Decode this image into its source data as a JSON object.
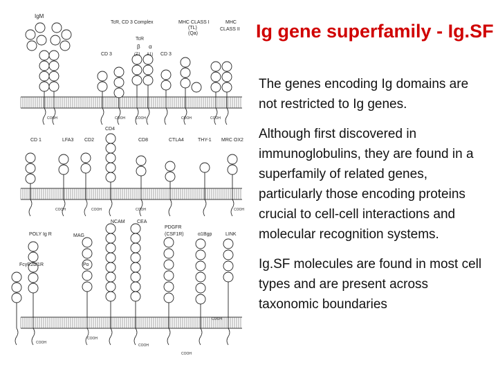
{
  "slide": {
    "title": "Ig gene superfamily - Ig.SF",
    "paragraphs": [
      "The genes encoding Ig domains are not restricted to Ig genes.",
      "Although first discovered in immunoglobulins, they are found in a superfamily of related genes, particularly those encoding proteins crucial to cell-cell interactions and molecular recognition systems.",
      "Ig.SF molecules are found in most cell types and are present across taxonomic boundaries"
    ]
  },
  "figure": {
    "row1": {
      "header": [
        {
          "id": "igm",
          "text": "IgM"
        },
        {
          "id": "tcr",
          "text": "TcR, CD 3 Complex"
        },
        {
          "id": "mhc1",
          "text": "MHC CLASS I"
        },
        {
          "id": "tl",
          "text": "(TL)"
        },
        {
          "id": "qa",
          "text": "(Qa)"
        },
        {
          "id": "mhc2",
          "text": "MHC"
        },
        {
          "id": "mhc2b",
          "text": "CLASS II"
        },
        {
          "id": "tcr2",
          "text": "TcR"
        },
        {
          "id": "cd3a",
          "text": "CD 3"
        },
        {
          "id": "cd3b",
          "text": "CD 3"
        },
        {
          "id": "beta",
          "text": "β"
        },
        {
          "id": "alpha",
          "text": "α"
        },
        {
          "id": "ab",
          "text": "(Z1"
        },
        {
          "id": "ab2",
          "text": "A1)"
        }
      ],
      "footer": [
        "COOH",
        "COOH",
        "COOH",
        "COOH",
        "COOH"
      ]
    },
    "row2": {
      "header": [
        {
          "id": "cd4",
          "text": "CD4"
        },
        {
          "id": "cd1",
          "text": "CD 1"
        },
        {
          "id": "lfa3",
          "text": "LFA3"
        },
        {
          "id": "cd2",
          "text": "CD2"
        },
        {
          "id": "cd8",
          "text": "CD8"
        },
        {
          "id": "ctla4",
          "text": "CTLA4"
        },
        {
          "id": "thy1",
          "text": "THY-1"
        },
        {
          "id": "mrcox2",
          "text": "MRC OX2"
        }
      ],
      "footer": [
        "COOH",
        "COOH",
        "COOH",
        "COOH"
      ]
    },
    "row3": {
      "header": [
        {
          "id": "polyigr",
          "text": "POLY Ig R"
        },
        {
          "id": "mag",
          "text": "MAG"
        },
        {
          "id": "ncam",
          "text": "NCAM"
        },
        {
          "id": "cea",
          "text": "CEA"
        },
        {
          "id": "pdgfr",
          "text": "PDGFR"
        },
        {
          "id": "csf1r",
          "text": "(CSF1R)"
        },
        {
          "id": "b1gp",
          "text": "α1Bgp"
        },
        {
          "id": "link",
          "text": "LINK"
        },
        {
          "id": "fcr",
          "text": "FcγR2b/1R"
        },
        {
          "id": "po",
          "text": "Po"
        }
      ],
      "footer": [
        "COOH",
        "COOH",
        "COOH",
        "COOH",
        "COOH"
      ]
    }
  }
}
